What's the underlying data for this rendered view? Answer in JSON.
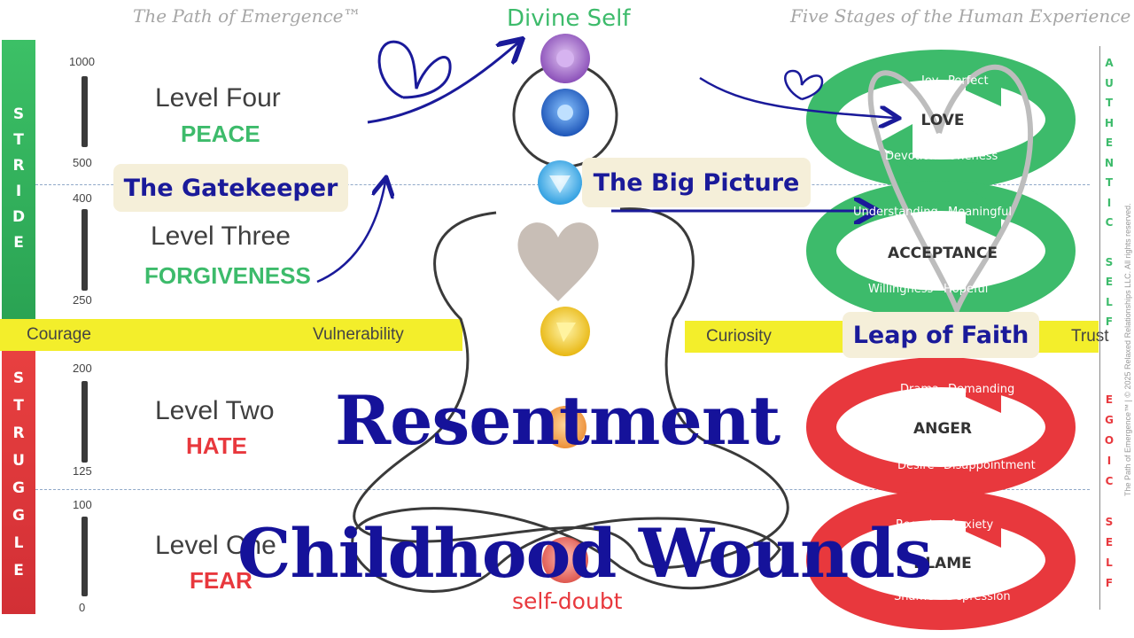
{
  "header": {
    "left_title": "The Path of Emergence™",
    "center_title": "Divine Self",
    "right_title": "Five Stages of the Human Experience"
  },
  "sidebars": {
    "stride": [
      "S",
      "T",
      "R",
      "I",
      "D",
      "E"
    ],
    "struggle": [
      "S",
      "T",
      "R",
      "U",
      "G",
      "G",
      "L",
      "E"
    ],
    "authentic_self": [
      "A",
      "U",
      "T",
      "H",
      "E",
      "N",
      "T",
      "I",
      "C",
      "",
      "S",
      "E",
      "L",
      "F"
    ],
    "egoic_self": [
      "E",
      "G",
      "O",
      "I",
      "C",
      "",
      "S",
      "E",
      "L",
      "F"
    ]
  },
  "copyright": "The Path of Emergence™ | © 2025 Relaxed Relationships LLC. All rights reserved.",
  "scale": {
    "t1000": "1000",
    "t500": "500",
    "t400": "400",
    "t250": "250",
    "t200": "200",
    "t125": "125",
    "t100": "100",
    "t0": "0"
  },
  "levels": {
    "four": {
      "name": "Level Four",
      "value": "PEACE"
    },
    "three": {
      "name": "Level Three",
      "value": "FORGIVENESS"
    },
    "two": {
      "name": "Level Two",
      "value": "HATE"
    },
    "one": {
      "name": "Level One",
      "value": "FEAR"
    }
  },
  "band": {
    "courage": "Courage",
    "vulnerability": "Vulnerability",
    "curiosity": "Curiosity",
    "trust": "Trust"
  },
  "callouts": {
    "gatekeeper": "The Gatekeeper",
    "big_picture": "The Big Picture",
    "leap_of_faith": "Leap of Faith"
  },
  "overlay": {
    "resentment": "Resentment",
    "childhood_wounds": "Childhood Wounds"
  },
  "bottom_label": "self-doubt",
  "cycles": {
    "love": {
      "tl": "Joy",
      "tr": "Perfect",
      "center": "LOVE",
      "bl": "Devotion",
      "br": "Oneness"
    },
    "acceptance": {
      "tl": "Understanding",
      "tr": "Meaningful",
      "center": "ACCEPTANCE",
      "bl": "Willingness",
      "br": "Hopeful"
    },
    "anger": {
      "tl": "Drama",
      "tr": "Demanding",
      "center": "ANGER",
      "bl": "Desire",
      "br": "Disappointment"
    },
    "blame": {
      "tl": "Regret",
      "tr": "Anxiety",
      "center": "BLAME",
      "bl": "Shame",
      "br": "Depression"
    }
  },
  "colors": {
    "green": "#3dbb6b",
    "red": "#e8383d",
    "yellow": "#f3ee2b",
    "navy": "#15129a",
    "chakra_violet": "#a46cc8",
    "chakra_indigo": "#2a6fd6",
    "chakra_blue": "#3aa8e6",
    "chakra_yellow": "#f2c81a",
    "chakra_orange": "#f08a1c",
    "chakra_red": "#e0463c"
  }
}
